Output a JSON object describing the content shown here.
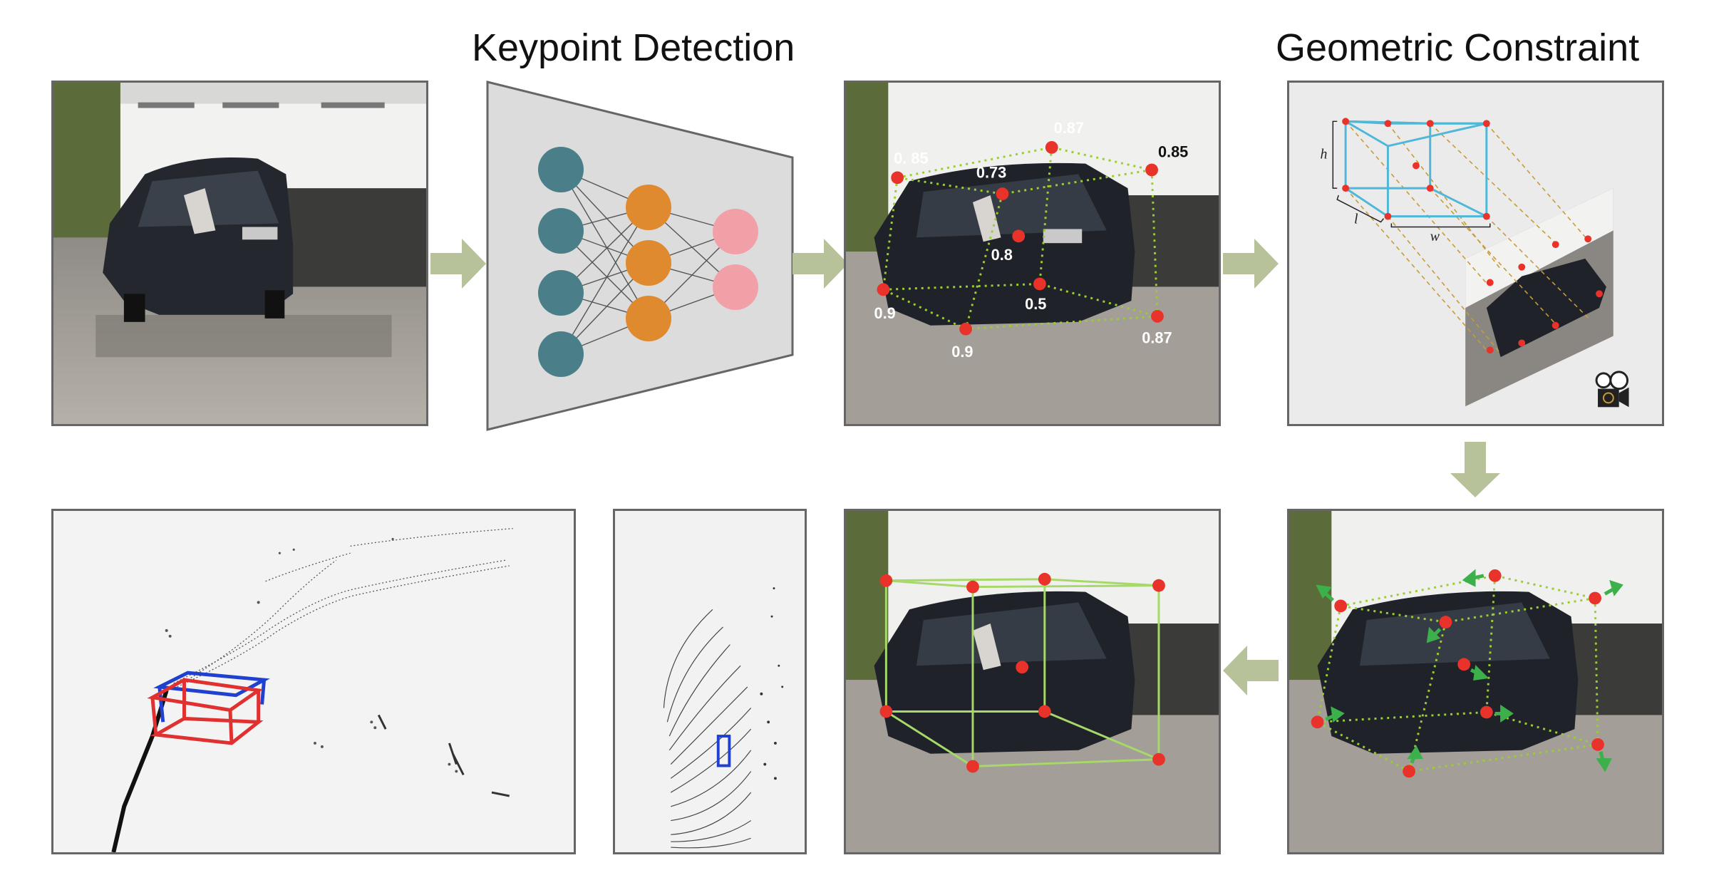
{
  "titles": {
    "keypoint_detection": "Keypoint Detection",
    "geometric_constraint": "Geometric Constraint"
  },
  "keypoint_scores": {
    "k1": "0. 85",
    "k2": "0.73",
    "k3": "0.87",
    "k4": "0.85",
    "k5": "0.8",
    "k6": "0.9",
    "k7": "0.5",
    "k8": "0.9",
    "k9": "0.87"
  },
  "dimensions": {
    "height": "h",
    "length": "l",
    "width": "w"
  },
  "colors": {
    "keypoint": "#e8322a",
    "skeleton": "#9acd32",
    "box_edge": "#a6d86a",
    "cube": "#4fb7d8",
    "nn_input": "#4a7f8a",
    "nn_hidden": "#e08a30",
    "nn_output": "#f2a0a8",
    "flow_arrow": "#b8c29a",
    "gt_box": "#e03030",
    "pred_box": "#2040d0",
    "adjust_arrow": "#3cb04a"
  }
}
